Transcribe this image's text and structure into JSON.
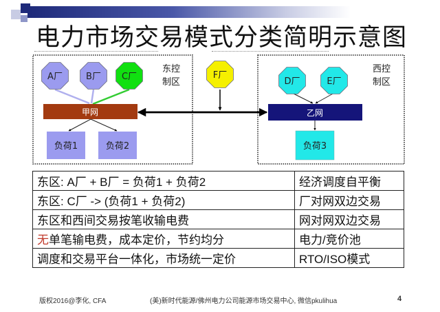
{
  "title": "电力市场交易模式分类简明示意图",
  "diagram": {
    "east_region_label": [
      "东控",
      "制区"
    ],
    "west_region_label": [
      "西控",
      "制区"
    ],
    "plants": {
      "a": "A厂",
      "b": "B厂",
      "c": "C厂",
      "f": "F厂",
      "d": "D厂",
      "e": "E厂"
    },
    "grid_east": "甲网",
    "grid_west": "乙网",
    "loads": {
      "load1": "负荷1",
      "load2": "负荷2",
      "load3": "负荷3"
    },
    "colors": {
      "plant_ab": "#9b9bef",
      "plant_c": "#11e011",
      "plant_f": "#f5f000",
      "plant_de": "#22e8e8",
      "grid_east": "#a33a10",
      "grid_west": "#15157a",
      "load_east": "#9b9bef",
      "load_west": "#22e8e8"
    }
  },
  "table": {
    "rows": [
      {
        "desc": "东区: A厂 + B厂 = 负荷1 + 负荷2",
        "mode": "经济调度自平衡"
      },
      {
        "desc": "东区: C厂 -> (负荷1 + 负荷2)",
        "mode": "厂对网双边交易"
      },
      {
        "desc": "东区和西间交易按笔收输电费",
        "mode": "网对网双边交易"
      },
      {
        "desc_prefix": "无",
        "desc": "单笔输电费，成本定价，节约均分",
        "mode": "电力/竞价池"
      },
      {
        "desc": "调度和交易平台一体化，市场统一定价",
        "mode": "RTO/ISO模式"
      }
    ]
  },
  "footer": {
    "copyright": "版权2016@李化, CFA",
    "source": "(美)新时代能源/佛州电力公司能源市场交易中心, 微信pkulihua",
    "page": "4"
  }
}
